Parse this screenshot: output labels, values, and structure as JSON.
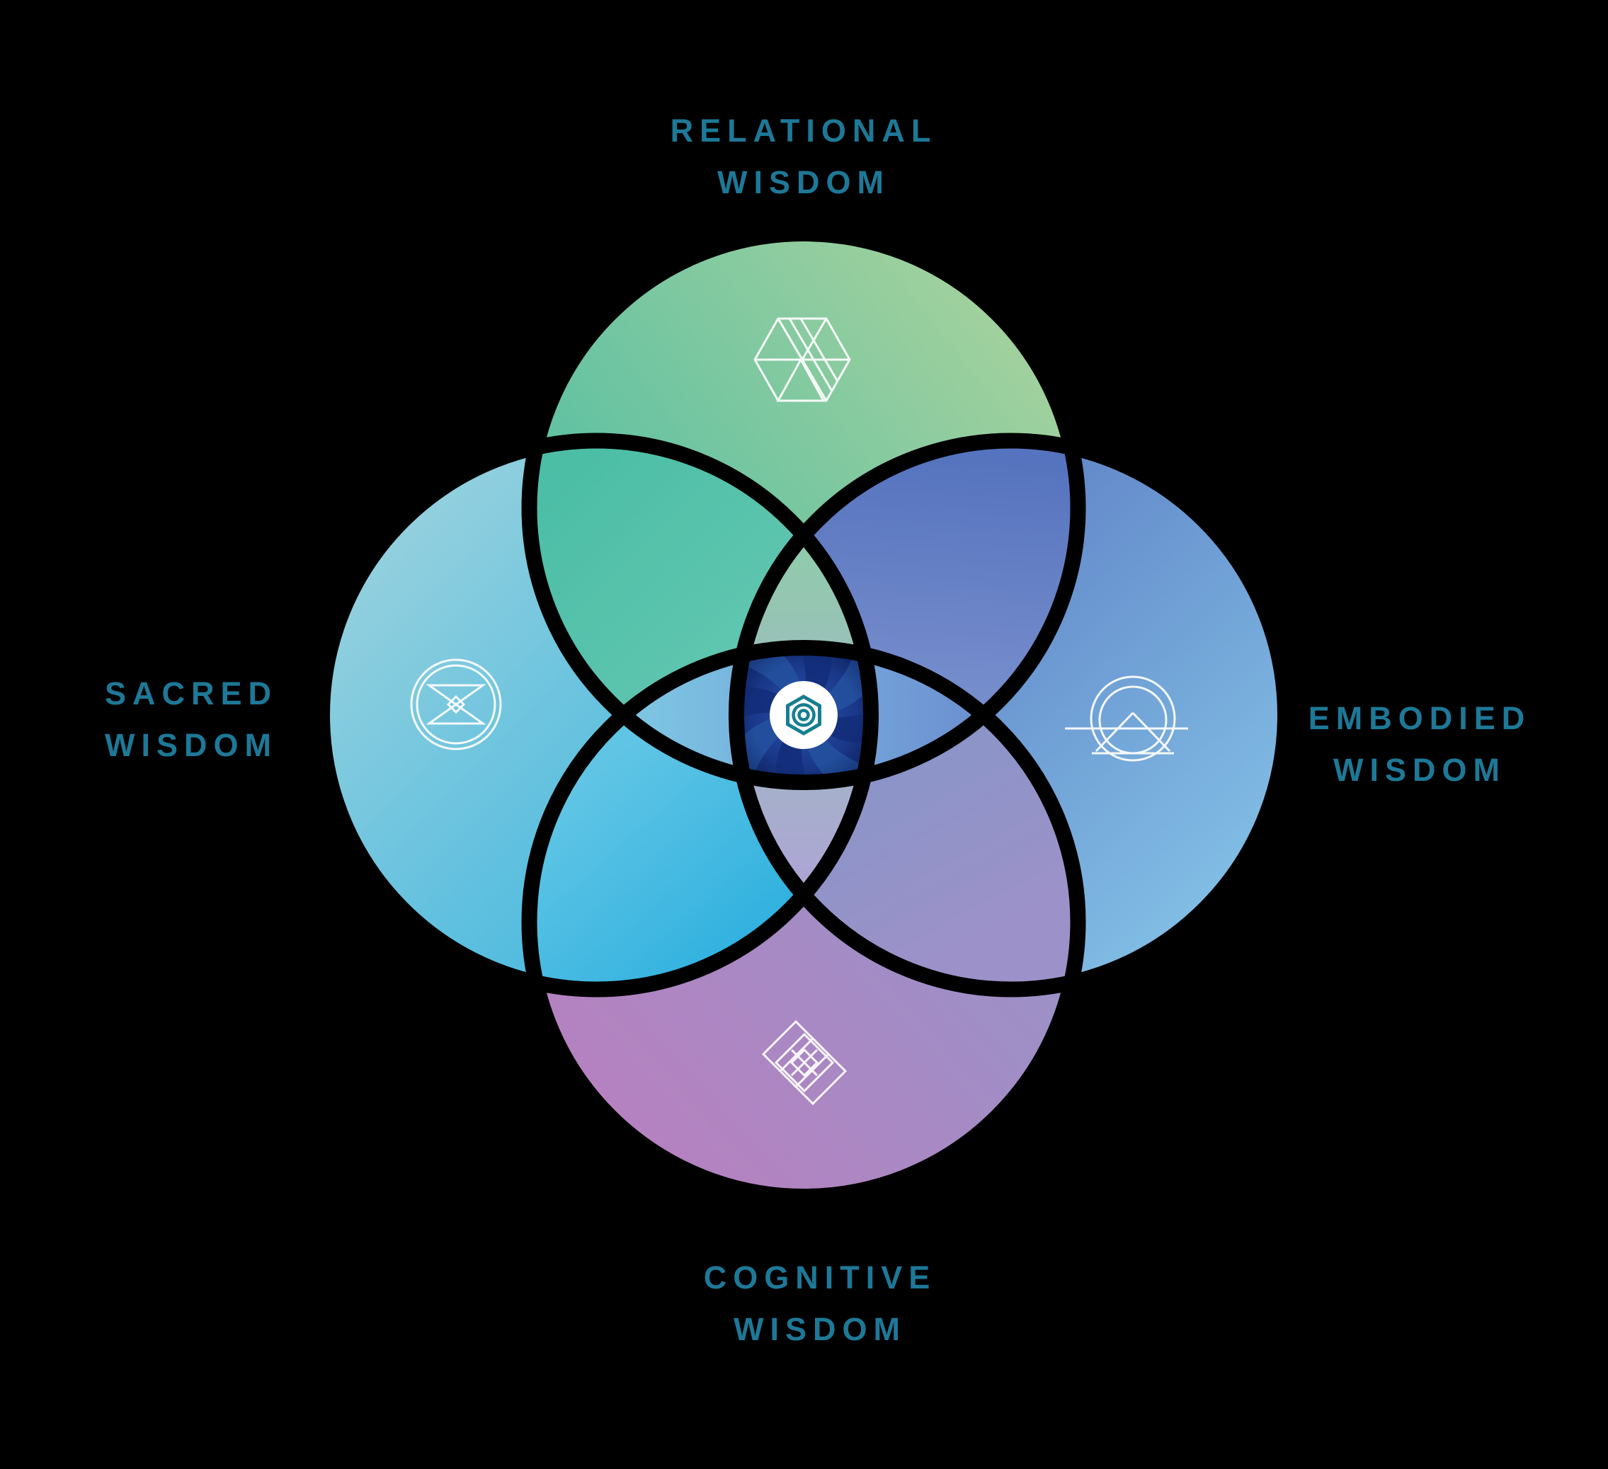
{
  "background": "#000000",
  "labels": {
    "top": {
      "line1": "RELATIONAL",
      "line2": "WISDOM"
    },
    "right": {
      "line1": "EMBODIED",
      "line2": "WISDOM"
    },
    "bottom": {
      "line1": "COGNITIVE",
      "line2": "WISDOM"
    },
    "left": {
      "line1": "SACRED",
      "line2": "WISDOM"
    }
  },
  "colors": {
    "label": "#1E7897",
    "outline": "#000000",
    "icon_stroke": "#FFFFFF",
    "top_a": "#49BCA4",
    "top_b": "#A8D29D",
    "left_a": "#9AD2DE",
    "left_b": "#2FB1E0",
    "right_a": "#5571BD",
    "right_b": "#87C8EA",
    "bottom_a": "#B97FBE",
    "bottom_b": "#9197CB",
    "lens_tl_a": "#4CBEA6",
    "lens_tl_b": "#66C8B2",
    "lens_tr_a": "#5573BE",
    "lens_tr_b": "#8296D1",
    "lens_bl_a": "#60C5E5",
    "lens_bl_b": "#2EB0DF",
    "lens_br_a": "#8A94C8",
    "lens_br_b": "#9C92C9",
    "lens_v_a": "#8FCDAA",
    "lens_v_b": "#AEA4D7",
    "lens_h_a": "#7EC6E4",
    "lens_h_b": "#6C90D1",
    "swirl_core": "#2E55AC",
    "swirl_mid": "#1C3C90",
    "swirl_edge": "#0F2464",
    "swirl_blade_light": "#24519F",
    "swirl_blade_dark": "#132E7A",
    "swirl_vignette": "#0A1C55",
    "center_disc": "#FFFFFF",
    "center_logo": "#157F90"
  },
  "icons": {
    "top": "hexagon-geometric-icon",
    "left": "hourglass-circle-icon",
    "right": "mountain-circle-icon",
    "bottom": "interlocked-diamonds-icon",
    "center": "spiral-hexagon-logo"
  }
}
